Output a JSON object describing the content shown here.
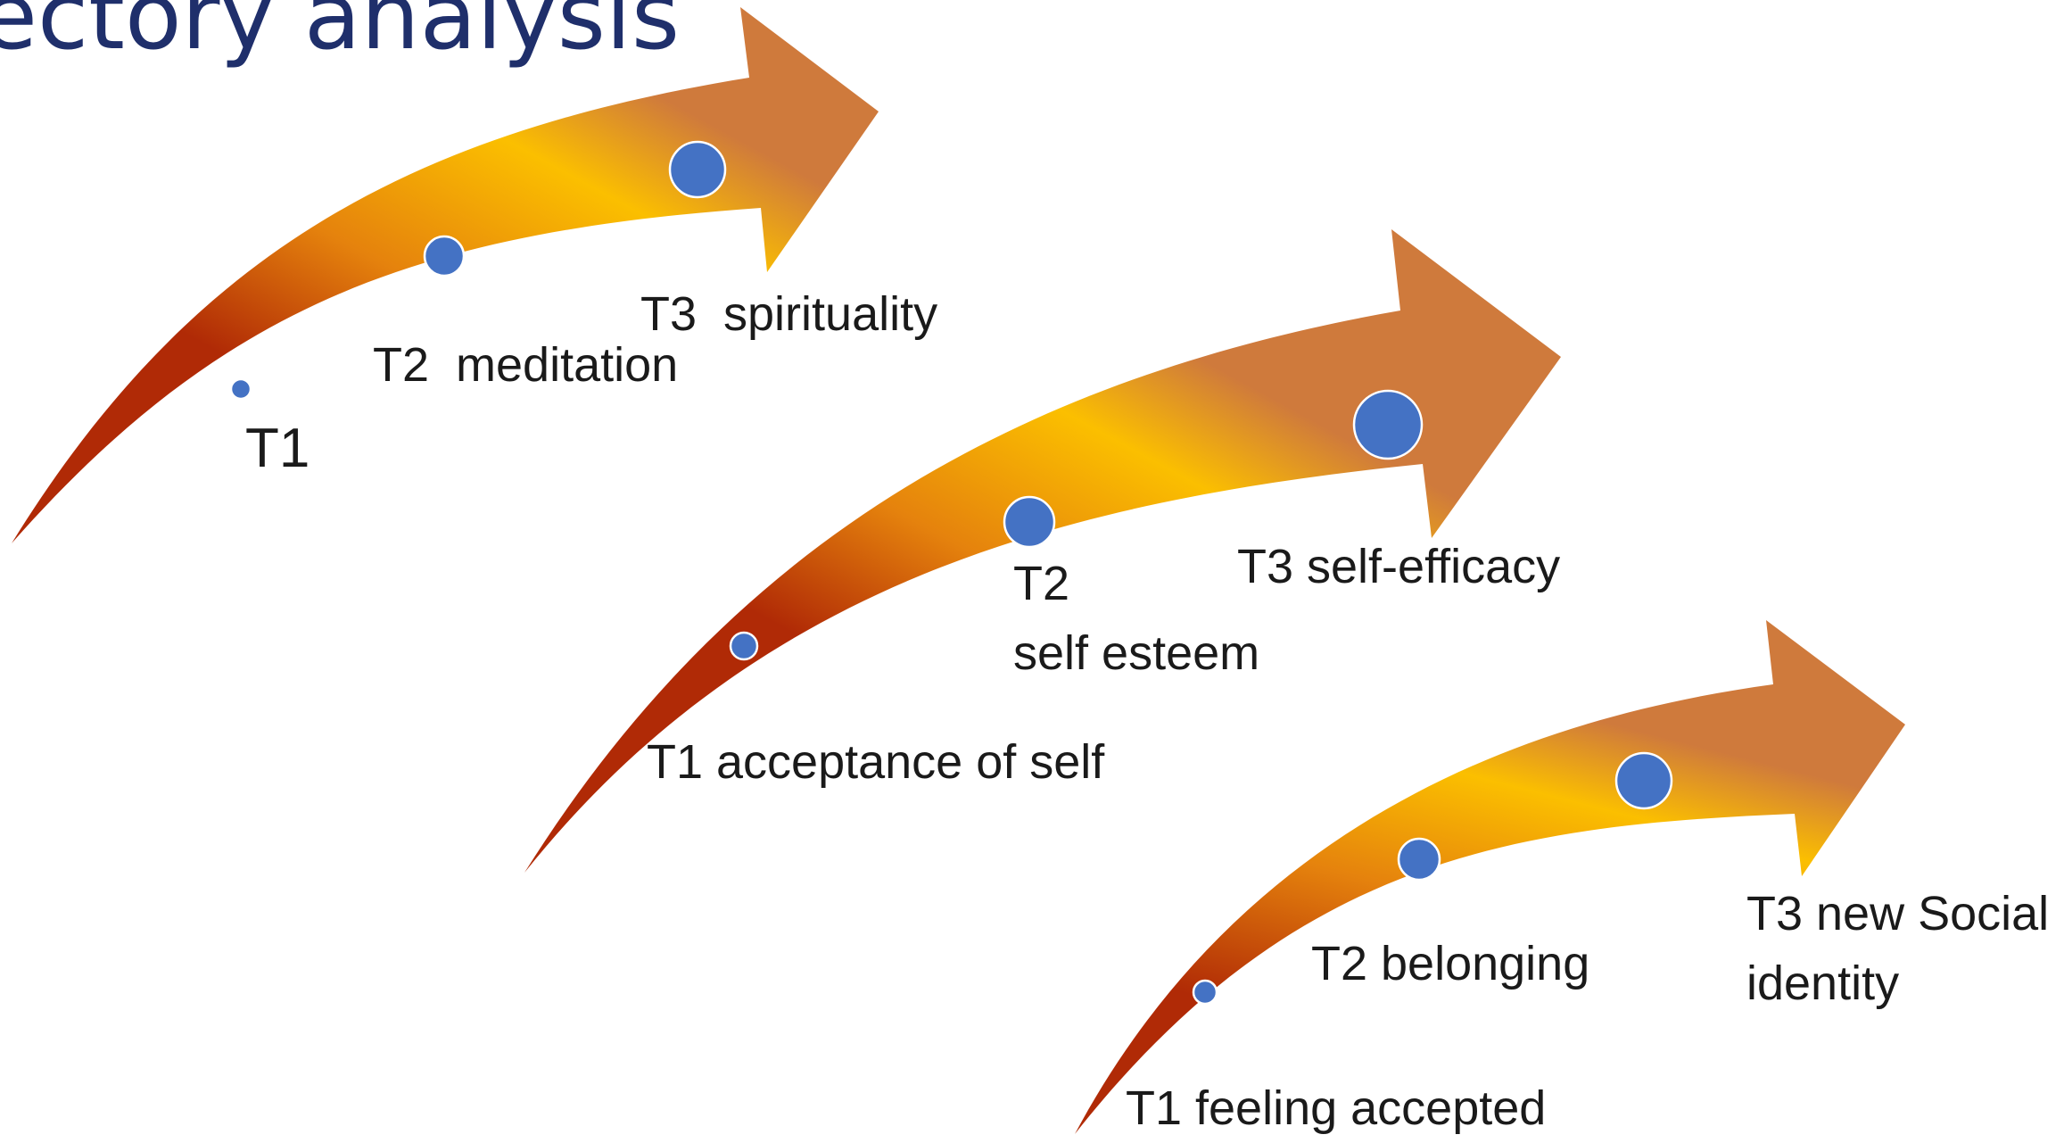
{
  "title": "ectory analysis",
  "colors": {
    "title": "#1f2f6b",
    "arrow_dark": "#b02a06",
    "arrow_mid": "#e5820d",
    "arrow_light": "#fbbf00",
    "arrow_tip": "#cf7a3c",
    "dot": "#4472c4",
    "dot_border": "#ffffff"
  },
  "arrows": [
    {
      "name": "arrow-1",
      "points": [
        {
          "label": "T1",
          "size": "small"
        },
        {
          "label": "T2  meditation",
          "size": "medium"
        },
        {
          "label": "T3  spirituality",
          "size": "large"
        }
      ]
    },
    {
      "name": "arrow-2",
      "points": [
        {
          "label": "T1 acceptance of self",
          "size": "small"
        },
        {
          "label": "T2\nself esteem",
          "size": "medium"
        },
        {
          "label": "T3 self-efficacy",
          "size": "large"
        }
      ]
    },
    {
      "name": "arrow-3",
      "points": [
        {
          "label": "T1 feeling accepted",
          "size": "small"
        },
        {
          "label": "T2 belonging",
          "size": "medium"
        },
        {
          "label": "T3 new Social\nidentity",
          "size": "large"
        }
      ]
    }
  ]
}
